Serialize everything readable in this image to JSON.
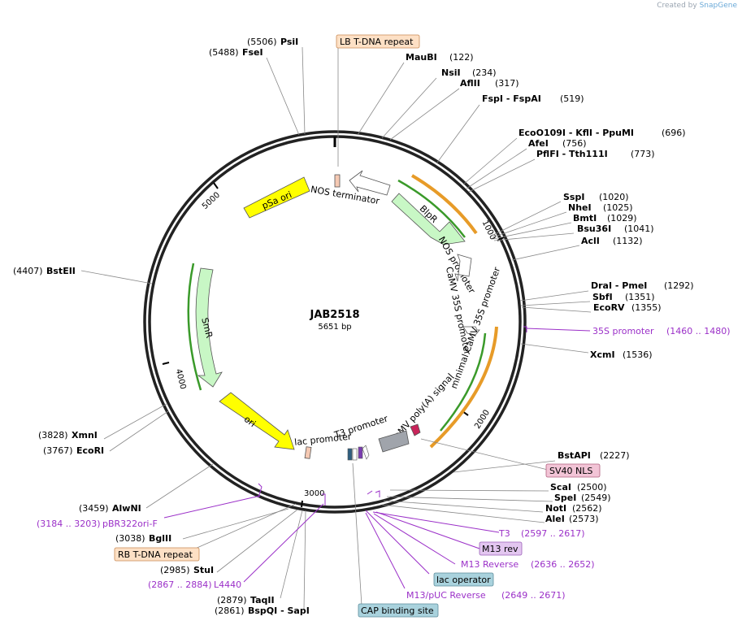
{
  "credit": {
    "prefix": "Created by",
    "brand": "SnapGene"
  },
  "plasmid": {
    "name": "JAB2518",
    "size": "5651 bp"
  },
  "ring_ticks": [
    {
      "label": "1000",
      "pos": 1000
    },
    {
      "label": "2000",
      "pos": 2000
    },
    {
      "label": "3000",
      "pos": 3000
    },
    {
      "label": "4000",
      "pos": 4000
    },
    {
      "label": "5000",
      "pos": 5000
    }
  ],
  "sites": [
    {
      "name": "PsiI",
      "pos": "(5506)",
      "side": "left"
    },
    {
      "name": "FseI",
      "pos": "(5488)",
      "side": "left"
    },
    {
      "name": "MauBI",
      "pos": "(122)"
    },
    {
      "name": "NsiI",
      "pos": "(234)"
    },
    {
      "name": "AflII",
      "pos": "(317)"
    },
    {
      "name": "FspI - FspAI",
      "pos": "(519)"
    },
    {
      "name": "EcoO109I - KflI - PpuMI",
      "pos": "(696)"
    },
    {
      "name": "AfeI",
      "pos": "(756)"
    },
    {
      "name": "PflFI - Tth111I",
      "pos": "(773)"
    },
    {
      "name": "SspI",
      "pos": "(1020)"
    },
    {
      "name": "NheI",
      "pos": "(1025)"
    },
    {
      "name": "BmtI",
      "pos": "(1029)"
    },
    {
      "name": "Bsu36I",
      "pos": "(1041)"
    },
    {
      "name": "AclI",
      "pos": "(1132)"
    },
    {
      "name": "DraI - PmeI",
      "pos": "(1292)"
    },
    {
      "name": "SbfI",
      "pos": "(1351)"
    },
    {
      "name": "EcoRV",
      "pos": "(1355)"
    },
    {
      "name": "XcmI",
      "pos": "(1536)"
    },
    {
      "name": "BstAPI",
      "pos": "(2227)"
    },
    {
      "name": "ScaI",
      "pos": "(2500)"
    },
    {
      "name": "SpeI",
      "pos": "(2549)"
    },
    {
      "name": "NotI",
      "pos": "(2562)"
    },
    {
      "name": "AleI",
      "pos": "(2573)"
    },
    {
      "name": "BstEII",
      "pos": "(4407)",
      "side": "left"
    },
    {
      "name": "XmnI",
      "pos": "(3828)",
      "side": "left"
    },
    {
      "name": "EcoRI",
      "pos": "(3767)",
      "side": "left"
    },
    {
      "name": "AlwNI",
      "pos": "(3459)",
      "side": "left"
    },
    {
      "name": "BglII",
      "pos": "(3038)",
      "side": "left"
    },
    {
      "name": "StuI",
      "pos": "(2985)",
      "side": "left"
    },
    {
      "name": "TaqII",
      "pos": "(2879)",
      "side": "left"
    },
    {
      "name": "BspQI - SapI",
      "pos": "(2861)",
      "side": "left"
    }
  ],
  "primers": [
    {
      "name": "35S promoter",
      "range": "(1460 .. 1480)"
    },
    {
      "name": "pBR322ori-F",
      "range": "(3184 .. 3203)"
    },
    {
      "name": "L4440",
      "range": "(2867 .. 2884)"
    },
    {
      "name": "T3",
      "range": "(2597 .. 2617)"
    },
    {
      "name": "M13 Reverse",
      "range": "(2636 .. 2652)"
    },
    {
      "name": "M13/pUC Reverse",
      "range": "(2649 .. 2671)"
    }
  ],
  "boxed_features": [
    {
      "name": "LB T-DNA repeat",
      "color": "#fde0c5"
    },
    {
      "name": "SV40 NLS",
      "color": "#f2c4d6"
    },
    {
      "name": "M13 rev",
      "color": "#e3c6f0"
    },
    {
      "name": "lac operator",
      "color": "#a9d2dd"
    },
    {
      "name": "CAP binding site",
      "color": "#a9d2dd"
    },
    {
      "name": "RB T-DNA repeat",
      "color": "#fde0c5"
    }
  ],
  "inner_features": [
    {
      "name": "pSa ori",
      "color": "#ffff00"
    },
    {
      "name": "BlpR",
      "color": "#c8f7c5"
    },
    {
      "name": "NOS terminator",
      "color": "#ffffff"
    },
    {
      "name": "NOS promoter",
      "color": "#ffffff"
    },
    {
      "name": "CaMV 35S promoter",
      "color": "#ffffff"
    },
    {
      "name": "minimal CaMV 35S promoter",
      "color": "#ffffff"
    },
    {
      "name": "CaMV poly(A) signal",
      "color": "#a0a4ab"
    },
    {
      "name": "T3 promoter",
      "color": "#ffffff"
    },
    {
      "name": "lac promoter",
      "color": "#f5c9b3"
    },
    {
      "name": "ori",
      "color": "#ffff00"
    },
    {
      "name": "SmR",
      "color": "#c8f7c5"
    }
  ],
  "colors": {
    "site": "#000000",
    "primer": "#9b30c8",
    "ring": "#222222"
  }
}
